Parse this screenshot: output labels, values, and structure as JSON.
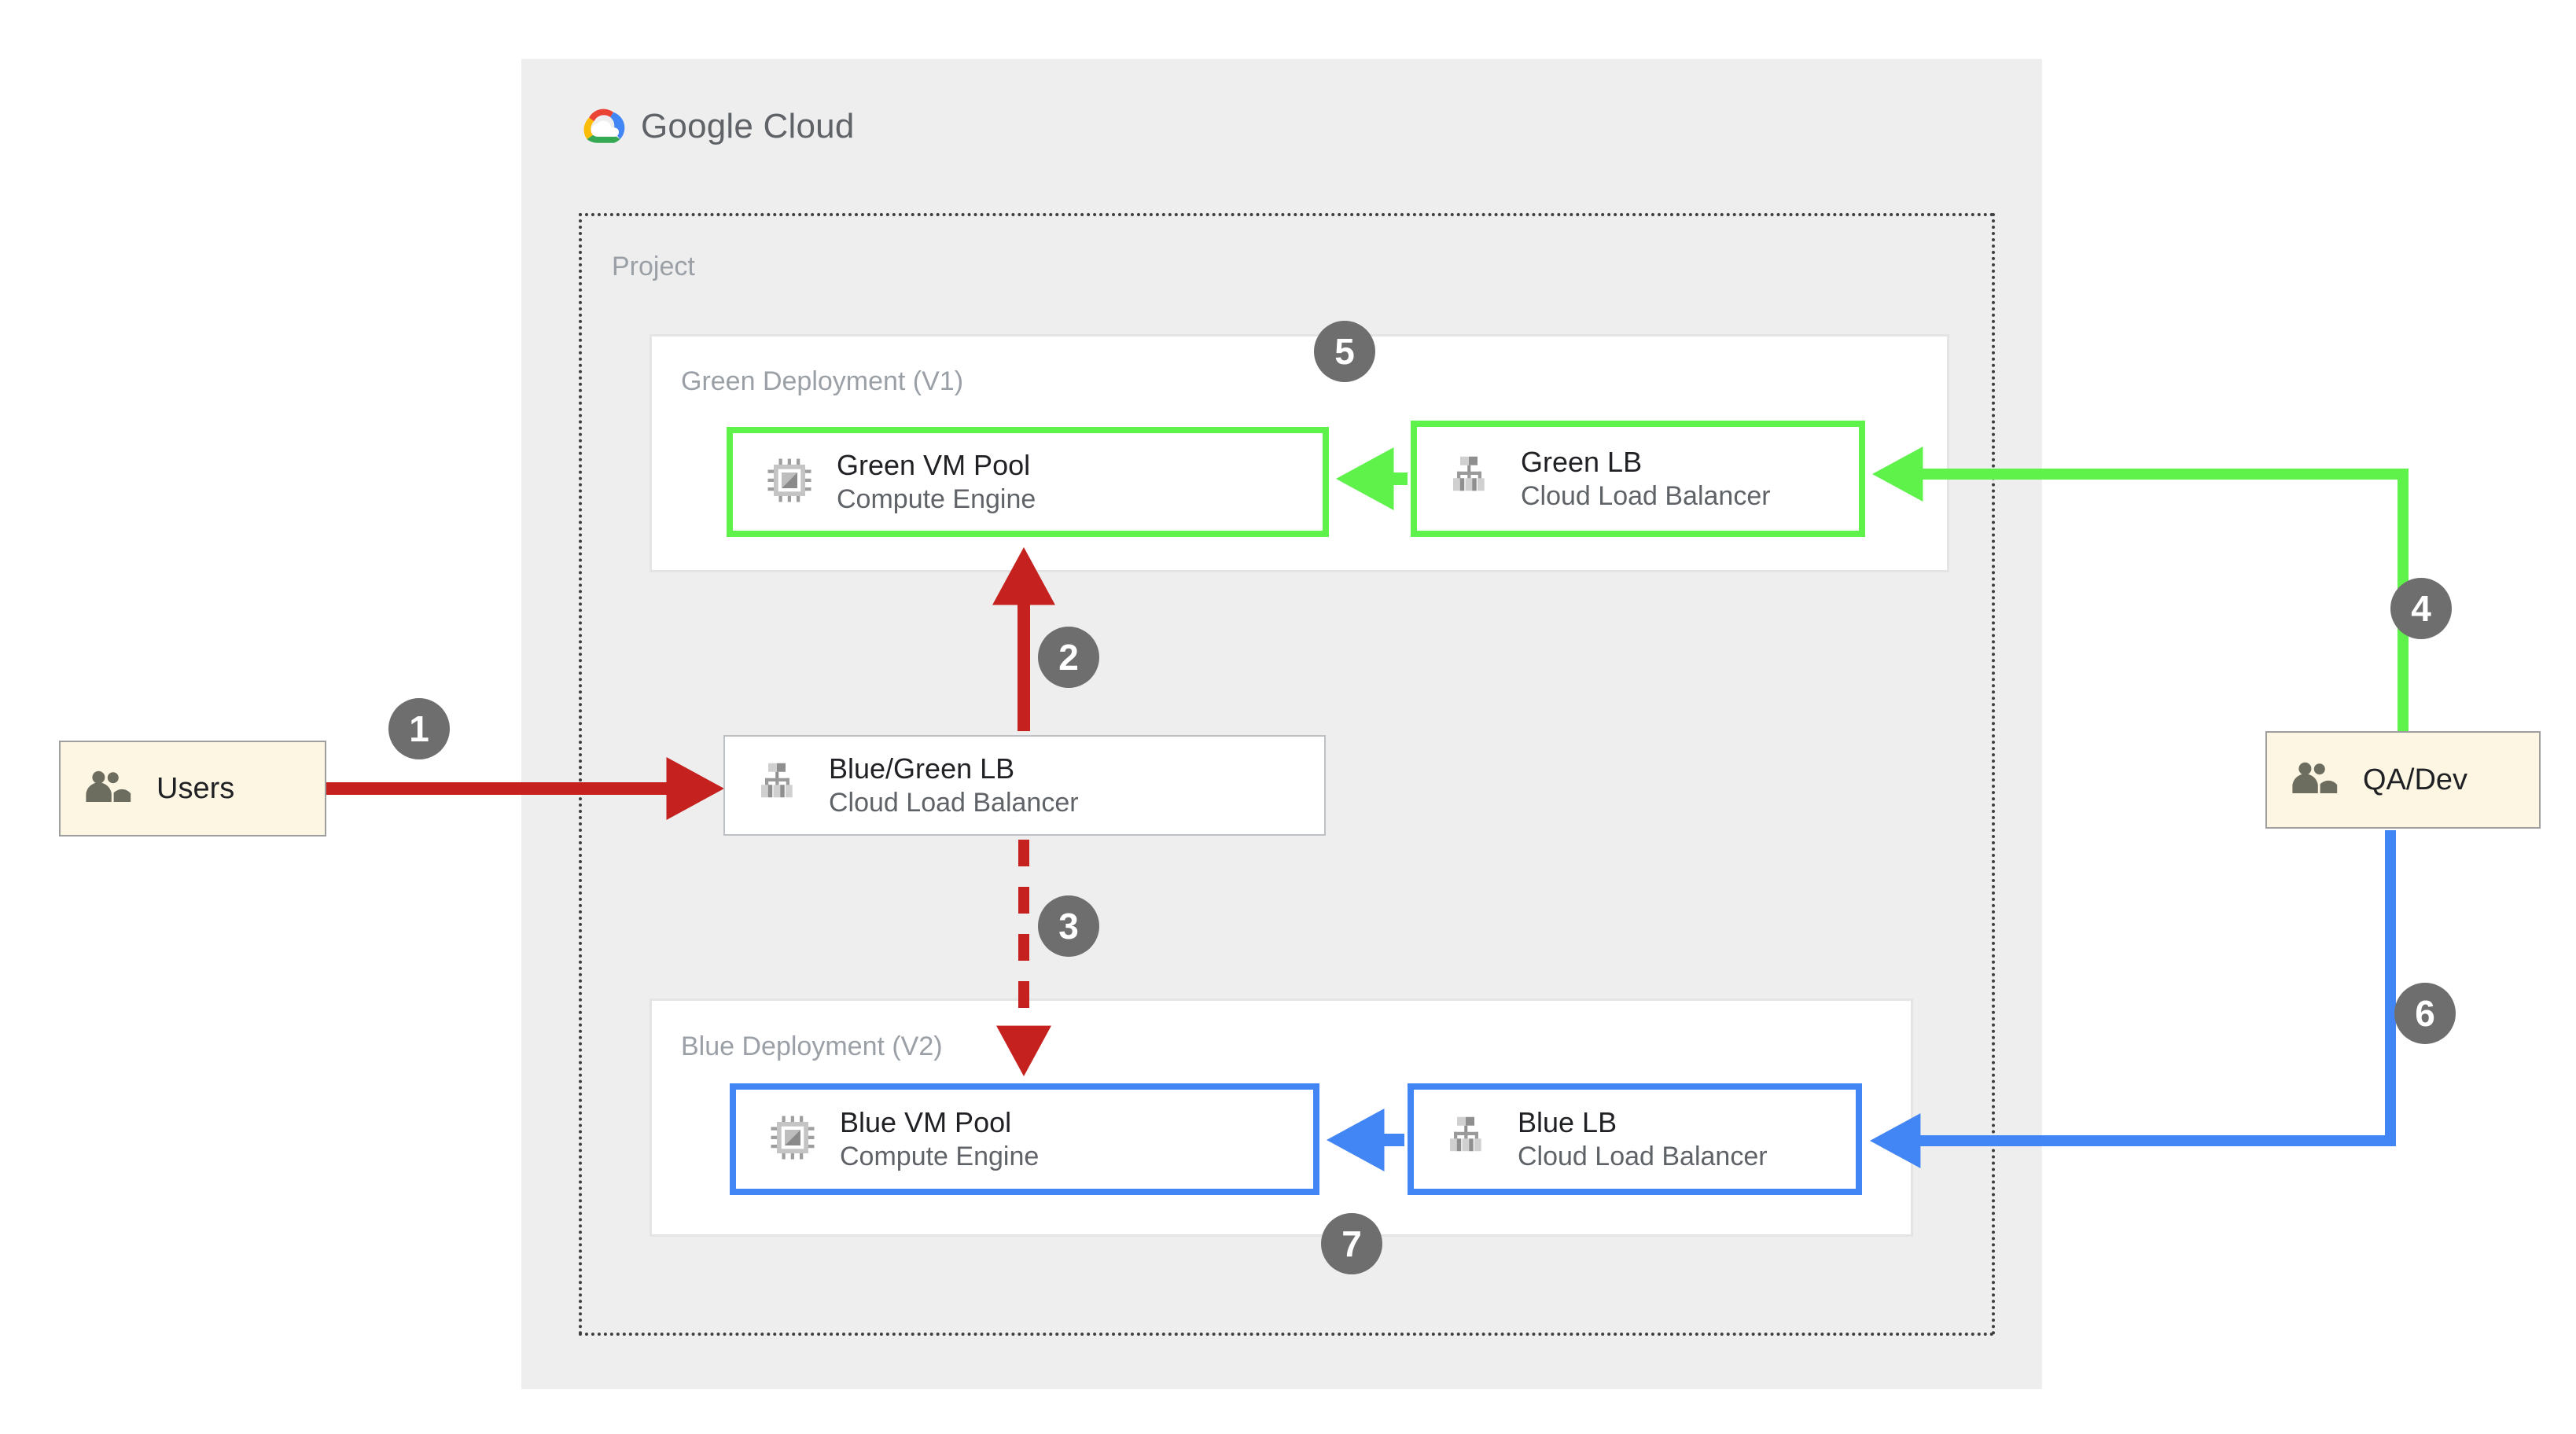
{
  "brand": {
    "name_bold": "Google",
    "name_light": "Cloud",
    "logo_colors": {
      "red": "#ea4335",
      "blue": "#4285f4",
      "yellow": "#fbbc05",
      "green": "#34a853"
    }
  },
  "project": {
    "label": "Project"
  },
  "deployments": {
    "green": {
      "title": "Green Deployment (V1)",
      "accent": "#5ef24b"
    },
    "blue": {
      "title": "Blue Deployment (V2)",
      "accent": "#4285f4"
    }
  },
  "cards": {
    "green_vm": {
      "title": "Green VM Pool",
      "subtitle": "Compute Engine",
      "icon": "compute-engine-chip-icon"
    },
    "green_lb": {
      "title": "Green LB",
      "subtitle": "Cloud Load Balancer",
      "icon": "cloud-load-balancer-icon"
    },
    "bluegreen_lb": {
      "title": "Blue/Green LB",
      "subtitle": "Cloud Load Balancer",
      "icon": "cloud-load-balancer-icon"
    },
    "blue_vm": {
      "title": "Blue VM Pool",
      "subtitle": "Compute Engine",
      "icon": "compute-engine-chip-icon"
    },
    "blue_lb": {
      "title": "Blue LB",
      "subtitle": "Cloud Load Balancer",
      "icon": "cloud-load-balancer-icon"
    }
  },
  "actors": {
    "users": {
      "label": "Users",
      "icon": "people-group-icon",
      "fill": "#fdf6e3"
    },
    "qadev": {
      "label": "QA/Dev",
      "icon": "people-group-icon",
      "fill": "#fdf6e3"
    }
  },
  "steps": [
    {
      "n": "1",
      "color": "#c5221f",
      "style": "solid",
      "from": "Users",
      "to": "Blue/Green LB"
    },
    {
      "n": "2",
      "color": "#c5221f",
      "style": "solid",
      "from": "Blue/Green LB",
      "to": "Green VM Pool"
    },
    {
      "n": "3",
      "color": "#c5221f",
      "style": "dashed",
      "from": "Blue/Green LB",
      "to": "Blue VM Pool"
    },
    {
      "n": "4",
      "color": "#5ef24b",
      "style": "solid",
      "from": "QA/Dev",
      "to": "Green LB"
    },
    {
      "n": "5",
      "color": "#5ef24b",
      "style": "solid",
      "from": "Green LB",
      "to": "Green VM Pool"
    },
    {
      "n": "6",
      "color": "#4285f4",
      "style": "solid",
      "from": "QA/Dev",
      "to": "Blue LB"
    },
    {
      "n": "7",
      "color": "#4285f4",
      "style": "solid",
      "from": "Blue LB",
      "to": "Blue VM Pool"
    }
  ],
  "colors": {
    "panel_bg": "#eeeeee",
    "card_bg": "#ffffff",
    "red": "#c5221f",
    "green": "#5ef24b",
    "blue": "#4285f4",
    "badge_gray": "#6e6e6e",
    "muted_text": "#9aa0a6"
  }
}
